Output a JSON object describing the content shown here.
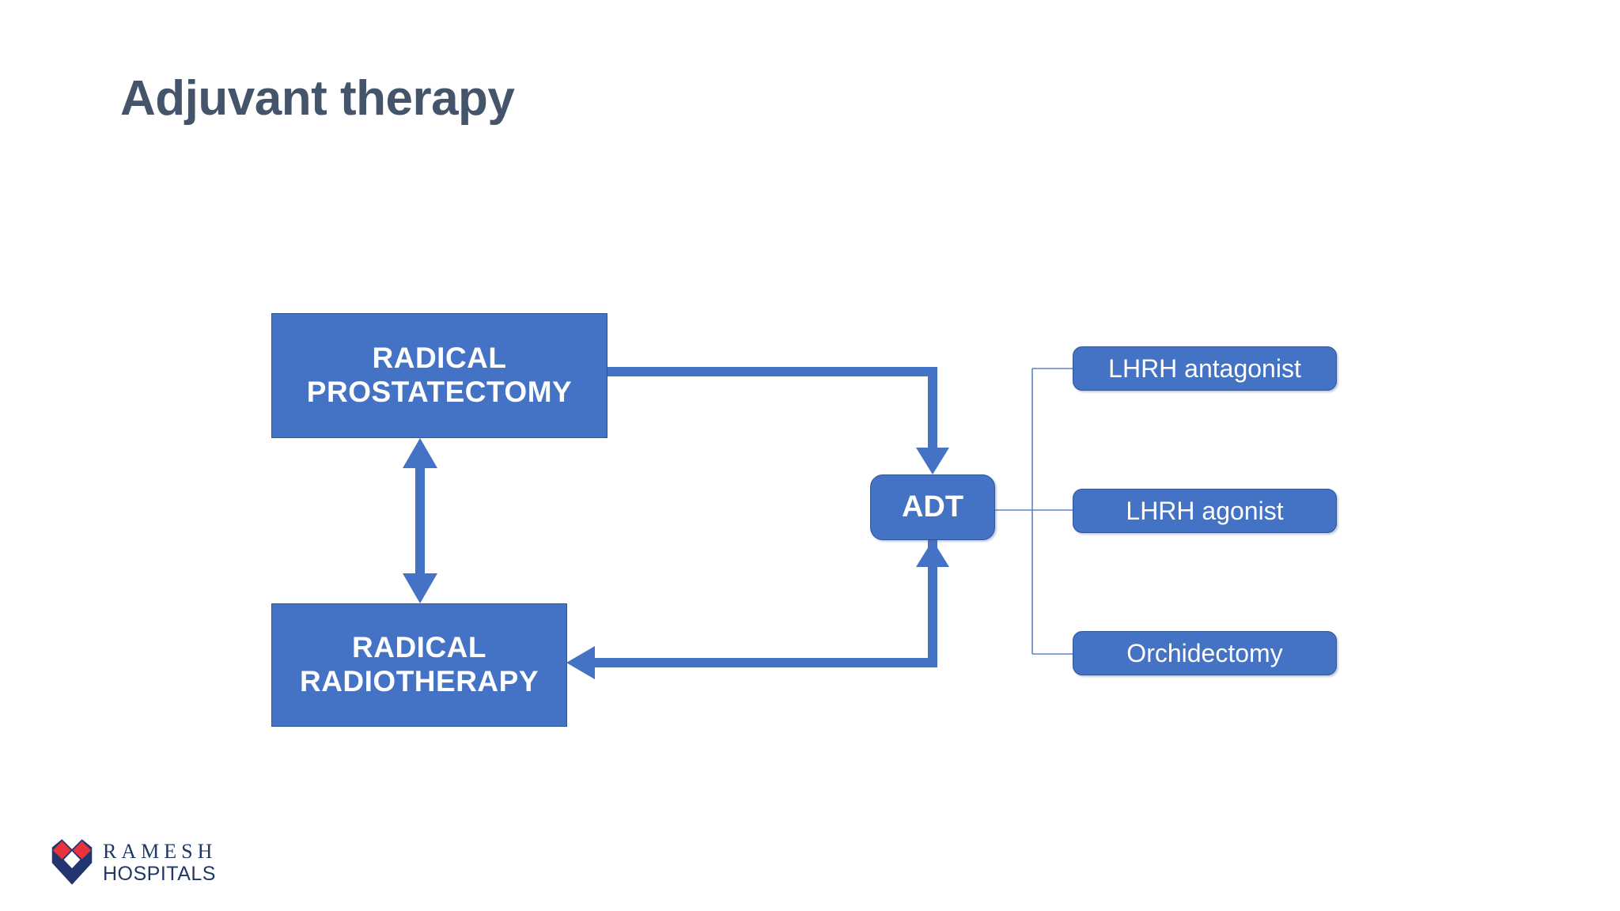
{
  "slide": {
    "title": "Adjuvant therapy",
    "background_color": "#FFFFFF",
    "title_color": "#44546A",
    "accent_color": "#4472C4",
    "node_border_color": "#2F5597",
    "node_text_color": "#FFFFFF",
    "connector_thin_color": "#5B86C8"
  },
  "diagram": {
    "type": "flowchart",
    "nodes": [
      {
        "id": "prostatectomy",
        "label": "RADICAL PROSTATECTOMY",
        "line1": "RADICAL",
        "line2": "PROSTATECTOMY",
        "shape": "rectangle"
      },
      {
        "id": "radiotherapy",
        "label": "RADICAL RADIOTHERAPY",
        "line1": "RADICAL",
        "line2": "RADIOTHERAPY",
        "shape": "rectangle"
      },
      {
        "id": "adt",
        "label": "ADT",
        "shape": "rounded-rectangle"
      },
      {
        "id": "lhrh-antagonist",
        "label": "LHRH antagonist",
        "shape": "rounded-rectangle"
      },
      {
        "id": "lhrh-agonist",
        "label": "LHRH agonist",
        "shape": "rounded-rectangle"
      },
      {
        "id": "orchidectomy",
        "label": "Orchidectomy",
        "shape": "rounded-rectangle"
      }
    ],
    "edges": [
      {
        "from": "prostatectomy",
        "to": "adt",
        "style": "thick-elbow",
        "arrow": "end"
      },
      {
        "from": "prostatectomy",
        "to": "radiotherapy",
        "style": "thick-straight",
        "arrow": "both"
      },
      {
        "from": "adt",
        "to": "radiotherapy",
        "style": "thick-elbow",
        "arrow": "end"
      },
      {
        "from": "adt",
        "to": "lhrh-antagonist",
        "style": "thin-tree",
        "arrow": "none"
      },
      {
        "from": "adt",
        "to": "lhrh-agonist",
        "style": "thin-tree",
        "arrow": "none"
      },
      {
        "from": "adt",
        "to": "orchidectomy",
        "style": "thin-tree",
        "arrow": "none"
      }
    ]
  },
  "labels": {
    "prostatectomy_line1": "RADICAL",
    "prostatectomy_line2": "PROSTATECTOMY",
    "radiotherapy_line1": "RADICAL",
    "radiotherapy_line2": "RADIOTHERAPY",
    "adt": "ADT",
    "lhrh_antagonist": "LHRH antagonist",
    "lhrh_agonist": "LHRH agonist",
    "orchidectomy": "Orchidectomy"
  },
  "logo": {
    "name": "RAMESH",
    "subtitle": "HOSPITALS",
    "mark_navy": "#22356F",
    "mark_red": "#E8333A",
    "text_color": "#1F3864"
  }
}
